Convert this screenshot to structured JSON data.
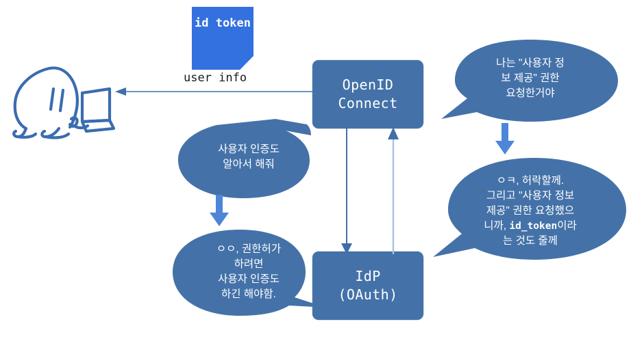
{
  "diagram": {
    "title": "OpenID Connect and IdP (OAuth) interaction diagram",
    "colors": {
      "node_fill": "#4472a8",
      "bubble_fill": "#4472a8",
      "document_fill": "#3370e0",
      "arrow_block": "#4d86d9",
      "arrow_line_dark": "#3f6fa8",
      "arrow_line_light": "#a7c2e3",
      "doodle_stroke": "#3a6cb0",
      "caption_text": "#1a1a1a",
      "background": "#ffffff"
    }
  },
  "document": {
    "line1": "id",
    "line2": "token",
    "caption": "user info"
  },
  "nodes": [
    {
      "id": "openid-connect",
      "line1": "OpenID",
      "line2": "Connect"
    },
    {
      "id": "idp-oauth",
      "line1": "IdP",
      "line2": "(OAuth)"
    }
  ],
  "bubbles": {
    "top_right": {
      "id": "bubble-request-scope",
      "lines": [
        "나는 \"사용자 정",
        "보 제공\" 권한",
        "요청한거야"
      ]
    },
    "bottom_right": {
      "id": "bubble-grant-token",
      "lines": [
        "ㅇㅋ, 허락할께.",
        "그리고 \"사용자 정보",
        "제공\" 권한 요청했으",
        "니까, id_token이라",
        "는 것도 줄께"
      ],
      "mono_token": "id_token"
    },
    "middle_left": {
      "id": "bubble-delegate-auth",
      "lines": [
        "사용자 인증도",
        "알아서 해줘"
      ]
    },
    "bottom_left": {
      "id": "bubble-auth-required",
      "lines": [
        "ㅇㅇ, 권한허가",
        "하려면",
        "사용자 인증도",
        "하긴 해야함."
      ]
    }
  },
  "arrows": [
    {
      "id": "arrow-userinfo-to-user",
      "direction": "left",
      "style": "thin-line"
    },
    {
      "id": "arrow-openid-to-idp",
      "direction": "down",
      "style": "thin-line"
    },
    {
      "id": "arrow-idp-to-openid",
      "direction": "up",
      "style": "thin-line"
    },
    {
      "id": "arrow-block-left",
      "direction": "down",
      "style": "block"
    },
    {
      "id": "arrow-block-right",
      "direction": "down",
      "style": "block"
    }
  ],
  "figure": {
    "id": "user-with-laptop",
    "label": "user-with-laptop-doodle"
  }
}
